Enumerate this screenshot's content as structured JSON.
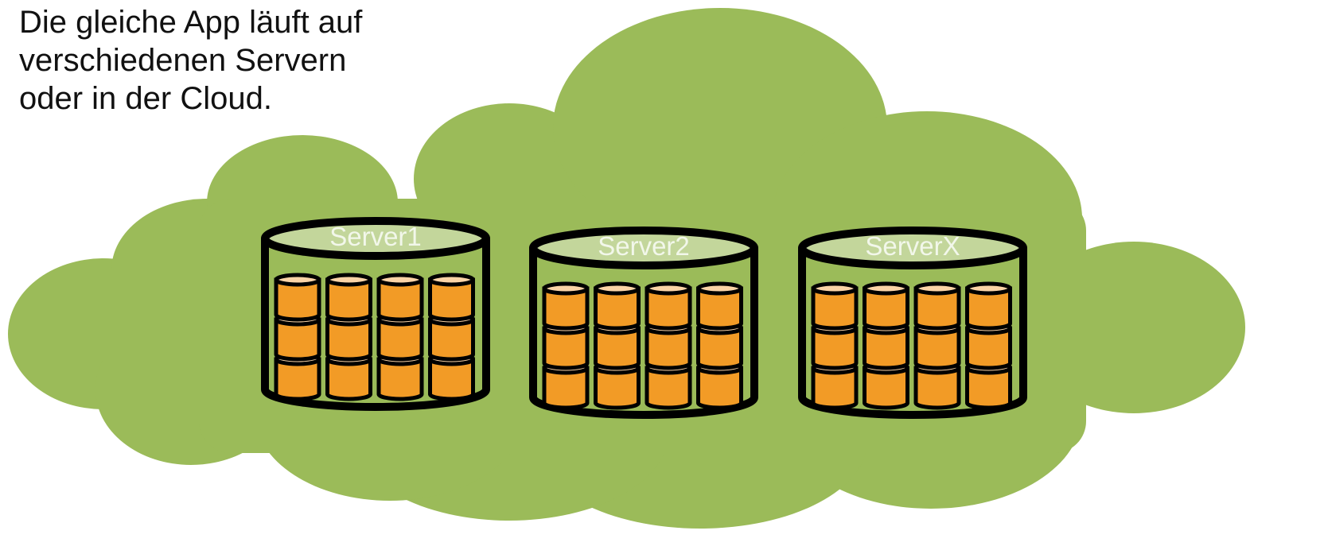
{
  "caption": {
    "lines": [
      "Die gleiche App läuft auf",
      "verschiedenen Servern",
      "oder in der Cloud."
    ]
  },
  "colors": {
    "cloud": "#9bbb59",
    "server_lid": "#c3d69b",
    "outline": "#000000",
    "cylinder_body": "#f29b26",
    "cylinder_top": "#fad3a6",
    "label": "#f2f7ea",
    "text": "#111111"
  },
  "icons": {
    "cloud": "cloud-icon",
    "server": "server-cylinder-icon",
    "storage": "storage-cylinder-icon"
  },
  "servers": [
    {
      "label": "Server1"
    },
    {
      "label": "Server2"
    },
    {
      "label": "ServerX"
    }
  ]
}
